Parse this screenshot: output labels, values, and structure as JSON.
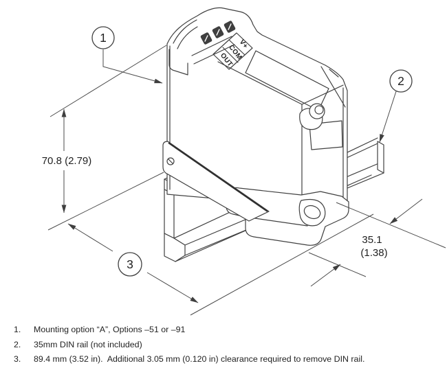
{
  "drawing": {
    "callouts": [
      {
        "number": "1"
      },
      {
        "number": "2"
      },
      {
        "number": "3"
      }
    ],
    "dimensions": {
      "height_mm_in": "70.8 (2.79)",
      "width_mm": "35.1",
      "width_in": "(1.38)"
    },
    "terminal_labels": [
      {
        "text": "V+"
      },
      {
        "text": "COM"
      },
      {
        "text": "OUT"
      }
    ]
  },
  "footnotes": [
    {
      "number": "1.",
      "text": "Mounting option “A”, Options –51 or –91"
    },
    {
      "number": "2.",
      "text": "35mm DIN rail (not included)"
    },
    {
      "number": "3.",
      "text": "89.4 mm (3.52 in).  Additional 3.05 mm (0.120 in) clearance required to remove DIN rail."
    }
  ],
  "colors": {
    "line": "#3f3f3f",
    "dimension_line": "#4a4a4a",
    "text": "#1f1f1f",
    "background": "#ffffff"
  }
}
